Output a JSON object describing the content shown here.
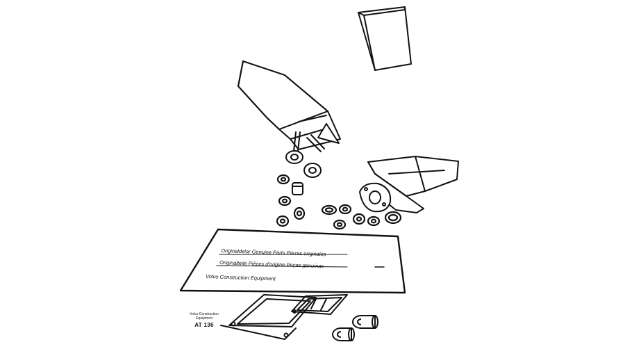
{
  "card": {
    "line1": "Originaldelar  Genuine Parts  Piezas originales",
    "line2": "Originalteile  Pièces d'origine  Peças genuínas",
    "brand": "Volvo Construction Equipment"
  },
  "caption": {
    "line1": "Volvo Construction",
    "line2": "Equipment",
    "code": "AT 136"
  }
}
